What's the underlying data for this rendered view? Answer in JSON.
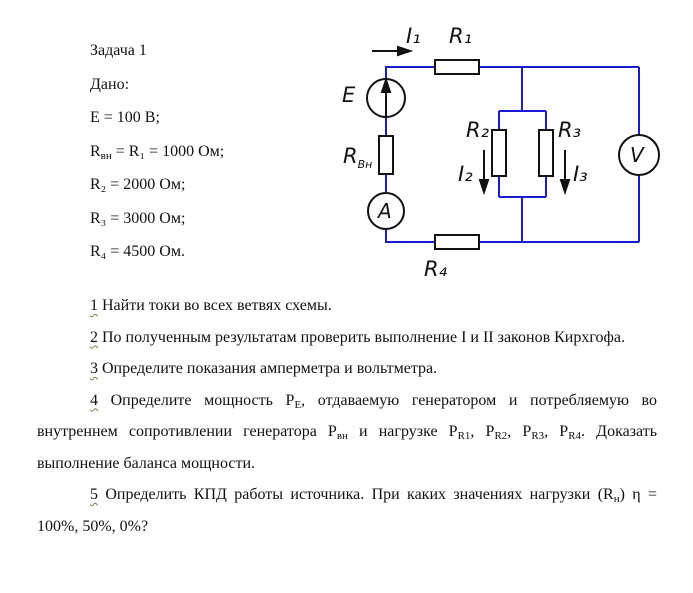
{
  "given": {
    "title": "Задача 1",
    "heading": "Дано:",
    "lines": [
      {
        "pre": "E = 100 В;",
        "sub": "",
        "post": ""
      },
      {
        "pre": "R",
        "sub": "вн",
        "post": " = R₁ = 1000 Ом;"
      },
      {
        "pre": "R₂ = 2000 Ом;",
        "sub": "",
        "post": ""
      },
      {
        "pre": "R₃ = 3000 Ом;",
        "sub": "",
        "post": ""
      },
      {
        "pre": "R₄ = 4500 Ом.",
        "sub": "",
        "post": ""
      }
    ]
  },
  "circuit": {
    "colors": {
      "wire": "#1a1ad6",
      "component": "#111111"
    },
    "labels": {
      "E": "E",
      "A": "A",
      "V": "V",
      "I1": "I₁",
      "I2": "I₂",
      "I3": "I₃",
      "R1": "R₁",
      "R2": "R₂",
      "R3": "R₃",
      "R4": "R₄",
      "Rvn_main": "R",
      "Rvn_sub": "Вн"
    }
  },
  "tasks": {
    "t1": {
      "num": "1",
      "text": " Найти токи во всех ветвях схемы."
    },
    "t2": {
      "num": "2",
      "text": " По полученным результатам проверить выполнение I и II законов Кирхгофа."
    },
    "t3": {
      "num": "3",
      "text": " Определите показания амперметра и вольтметра."
    },
    "t4": {
      "num": "4",
      "a": " Определите мощность P",
      "a_sub": "E",
      "b": ", отдаваемую генератором и потребляемую во внутреннем сопротивлении генератора P",
      "b_sub": "вн",
      "c": " и нагрузке P",
      "c_sub": "R1",
      "d": ", P",
      "d_sub": "R2",
      "e": ", P",
      "e_sub": "R3",
      "f": ", P",
      "f_sub": "R4",
      "g": ". Доказать выполнение баланса мощности."
    },
    "t5": {
      "num": "5",
      "a": " Определить КПД работы источника. При каких значениях нагрузки (R",
      "a_sub": "н",
      "b": ") η = 100%, 50%, 0%?"
    }
  }
}
